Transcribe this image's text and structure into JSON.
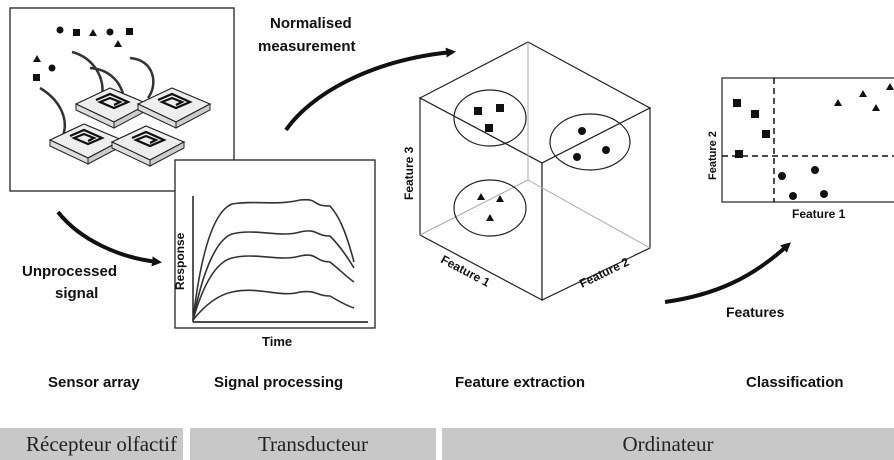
{
  "labels": {
    "normalised_line1": "Normalised",
    "normalised_line2": "measurement",
    "unprocessed_line1": "Unprocessed",
    "unprocessed_line2": "signal",
    "response": "Response",
    "time": "Time",
    "feature1": "Feature 1",
    "feature2": "Feature 2",
    "feature3": "Feature 3",
    "features": "Features"
  },
  "stages": {
    "sensor_array": "Sensor array",
    "signal_processing": "Signal processing",
    "feature_extraction": "Feature extraction",
    "classification": "Classification"
  },
  "bars": {
    "recepteur": "Récepteur olfactif",
    "transducteur": "Transducteur",
    "ordinateur": "Ordinateur"
  },
  "colors": {
    "bar_background": "#c8c8c8",
    "ink": "#111111"
  }
}
